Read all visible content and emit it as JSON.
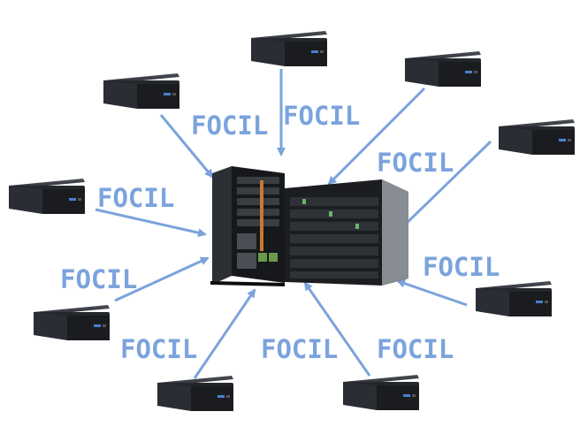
{
  "diagram": {
    "center": {
      "tower_server": "tower-server",
      "rack_server": "rack-server"
    },
    "arrow_label": "FOCIL",
    "nodes": [
      {
        "id": "node-top"
      },
      {
        "id": "node-top-left"
      },
      {
        "id": "node-top-right"
      },
      {
        "id": "node-right-upper"
      },
      {
        "id": "node-left-upper"
      },
      {
        "id": "node-left-lower"
      },
      {
        "id": "node-right-lower"
      },
      {
        "id": "node-bottom-left"
      },
      {
        "id": "node-bottom-right"
      }
    ],
    "labels": [
      "FOCIL",
      "FOCIL",
      "FOCIL",
      "FOCIL",
      "FOCIL",
      "FOCIL",
      "FOCIL",
      "FOCIL",
      "FOCIL"
    ],
    "colors": {
      "arrow": "#7ba3dc",
      "label": "#7ba3dc",
      "box_top": "#3a3d44",
      "box_body": "#26292e",
      "box_front": "#1c1e22"
    }
  }
}
